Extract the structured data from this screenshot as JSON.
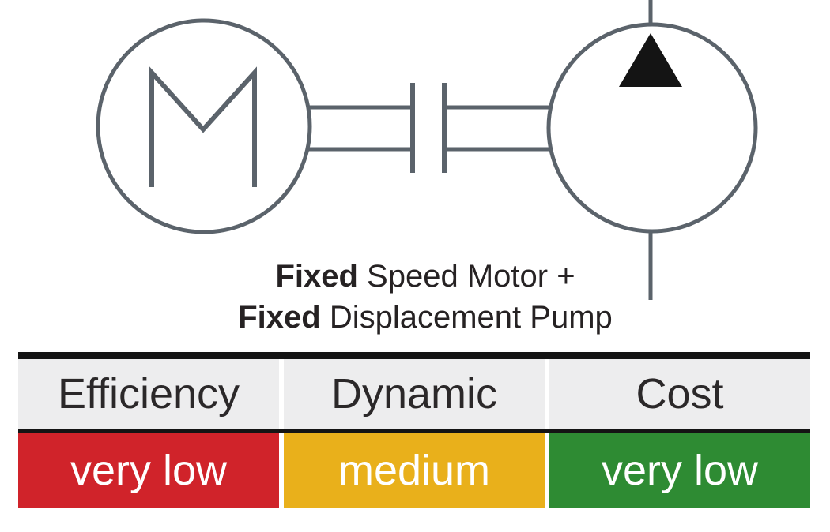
{
  "diagram": {
    "motor_label": "M",
    "stroke_color": "#5b636b",
    "triangle_color": "#141414",
    "pump_symbol": "fixed-displacement-pump",
    "motor_symbol": "fixed-speed-electric-motor"
  },
  "caption": {
    "line1_bold": "Fixed",
    "line1_rest": " Speed Motor +",
    "line2_bold": "Fixed",
    "line2_rest": " Displacement Pump"
  },
  "table": {
    "headers": [
      "Efficiency",
      "Dynamic",
      "Cost"
    ],
    "values": [
      {
        "label": "very low",
        "color": "#d0232a"
      },
      {
        "label": "medium",
        "color": "#e9b01b"
      },
      {
        "label": "very low",
        "color": "#2e8b33"
      }
    ],
    "header_bg": "#ededee",
    "header_text_color": "#2b2829",
    "value_text_color": "#ffffff",
    "rule_color": "#141414"
  }
}
